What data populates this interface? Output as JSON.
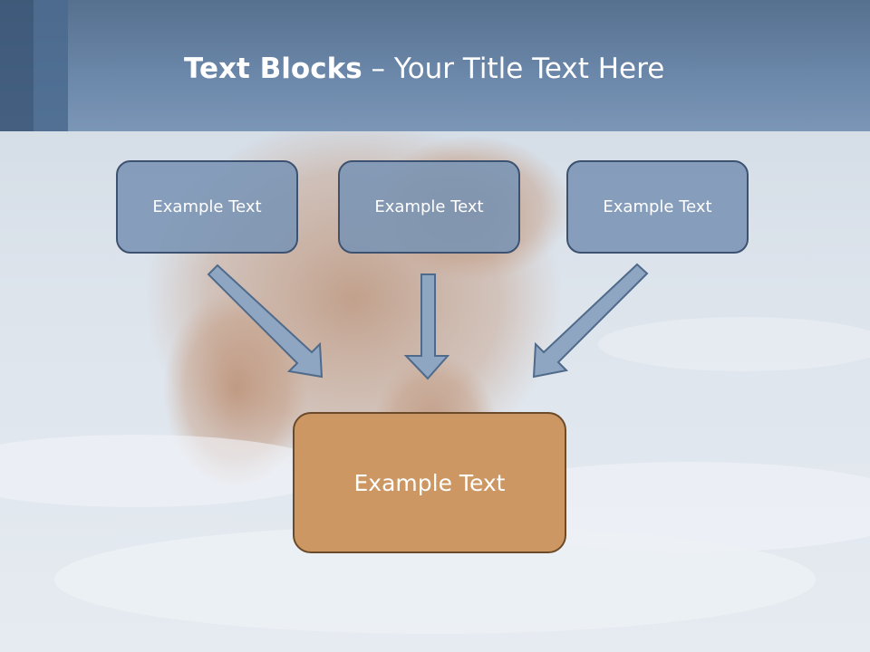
{
  "slide": {
    "title_bold": "Text Blocks",
    "title_dash": " – ",
    "title_rest": "Your Title Text Here"
  },
  "blocks": {
    "top": [
      {
        "label": "Example Text"
      },
      {
        "label": "Example Text"
      },
      {
        "label": "Example Text"
      }
    ],
    "main": {
      "label": "Example Text"
    }
  },
  "colors": {
    "header": "#6a86a8",
    "block_fill": "#7a94b4",
    "block_border": "#3d5270",
    "main_fill": "#cc9762",
    "main_border": "#6b4a2a",
    "arrow_fill": "#8ea6c2",
    "arrow_stroke": "#4f6a8a"
  }
}
